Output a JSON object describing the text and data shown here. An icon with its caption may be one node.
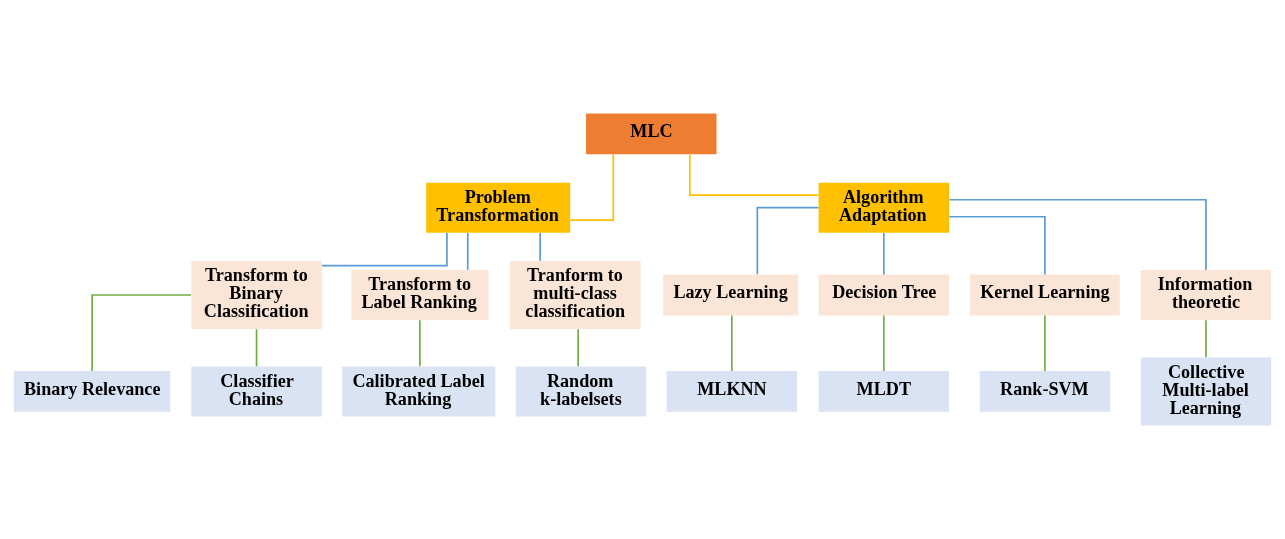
{
  "diagram": {
    "nodes": [
      {
        "text": [
          "MLC"
        ]
      },
      {
        "text": [
          "Problem Transformation"
        ]
      },
      {
        "text": [
          "Algorithm Adaptation"
        ]
      },
      {
        "text": [
          "Transform to Binary Classification"
        ]
      },
      {
        "text": [
          "Transform to Label Ranking"
        ]
      },
      {
        "text": [
          "Tranform to multi-class classification"
        ]
      },
      {
        "text": [
          "Lazy Learning"
        ]
      },
      {
        "text": [
          "Decision Tree"
        ]
      },
      {
        "text": [
          "Kernel Learning"
        ]
      },
      {
        "text": [
          "Information theoretic"
        ]
      },
      {
        "text": [
          "Binary Relevance"
        ]
      },
      {
        "text": [
          "Classifier Chains"
        ]
      },
      {
        "text": [
          "Calibrated Label Ranking"
        ]
      },
      {
        "text": [
          "Random k-labelsets"
        ]
      },
      {
        "text": [
          "MLKNN"
        ]
      },
      {
        "text": [
          "MLDT"
        ]
      },
      {
        "text": [
          "Rank-SVM"
        ]
      },
      {
        "text": [
          "Collective Multi-label Learning"
        ]
      }
    ],
    "edges": [
      {
        "from": 0,
        "to": 1,
        "arrow": "none",
        "color": "#ffc000"
      },
      {
        "from": 0,
        "to": 2,
        "arrow": "none",
        "color": "#ffc000"
      },
      {
        "from": 1,
        "to": 3,
        "arrow": "none",
        "color": "#5b9bd5"
      },
      {
        "from": 1,
        "to": 4,
        "arrow": "none",
        "color": "#5b9bd5"
      },
      {
        "from": 1,
        "to": 5,
        "arrow": "none",
        "color": "#5b9bd5"
      },
      {
        "from": 2,
        "to": 6,
        "arrow": "none",
        "color": "#5b9bd5"
      },
      {
        "from": 2,
        "to": 7,
        "arrow": "none",
        "color": "#5b9bd5"
      },
      {
        "from": 2,
        "to": 8,
        "arrow": "none",
        "color": "#5b9bd5"
      },
      {
        "from": 2,
        "to": 9,
        "arrow": "none",
        "color": "#5b9bd5"
      },
      {
        "from": 3,
        "to": 10,
        "arrow": "none"
      },
      {
        "from": 3,
        "to": 11,
        "arrow": "none"
      },
      {
        "from": 4,
        "to": 12,
        "arrow": "none"
      },
      {
        "from": 5,
        "to": 13,
        "arrow": "none"
      },
      {
        "from": 6,
        "to": 14,
        "arrow": "none"
      },
      {
        "from": 7,
        "to": 15,
        "arrow": "none"
      },
      {
        "from": 8,
        "to": 16,
        "arrow": "none"
      },
      {
        "from": 9,
        "to": 17,
        "arrow": "none"
      }
    ]
  }
}
